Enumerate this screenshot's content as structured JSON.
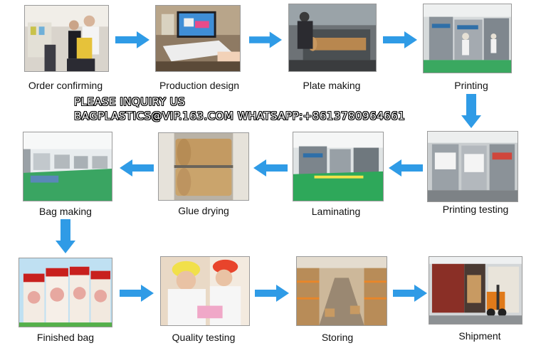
{
  "contact": {
    "line1": "PLEASE INQUIRY US",
    "line2": "BAGPLASTICS@VIP.163.COM WHATSAPP:+8613780964661"
  },
  "steps": [
    {
      "label": "Order confirming"
    },
    {
      "label": "Production design"
    },
    {
      "label": "Plate making"
    },
    {
      "label": "Printing"
    },
    {
      "label": "Printing testing"
    },
    {
      "label": "Laminating"
    },
    {
      "label": "Glue drying"
    },
    {
      "label": "Bag making"
    },
    {
      "label": "Finished bag"
    },
    {
      "label": "Quality testing"
    },
    {
      "label": "Storing"
    },
    {
      "label": "Shipment"
    }
  ],
  "colors": {
    "arrow": "#2f9be6"
  }
}
